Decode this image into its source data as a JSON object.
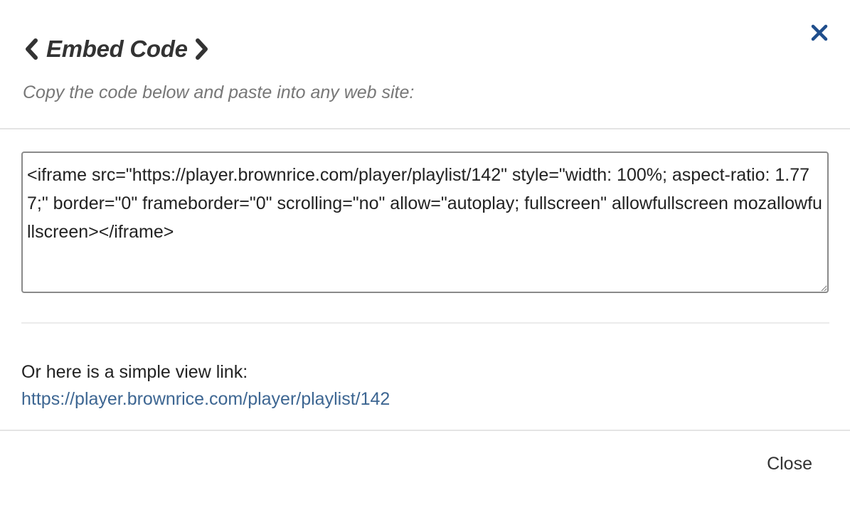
{
  "dialog": {
    "title": "Embed Code",
    "subtitle": "Copy the code below and paste into any web site:",
    "close_icon": "close-icon",
    "prev_icon": "chevron-left-icon",
    "next_icon": "chevron-right-icon"
  },
  "embed": {
    "code": "<iframe src=\"https://player.brownrice.com/player/playlist/142\" style=\"width: 100%; aspect-ratio: 1.777;\" border=\"0\" frameborder=\"0\" scrolling=\"no\" allow=\"autoplay; fullscreen\" allowfullscreen mozallowfullscreen></iframe>"
  },
  "view_link": {
    "label": "Or here is a simple view link:",
    "url": "https://player.brownrice.com/player/playlist/142"
  },
  "footer": {
    "close_label": "Close"
  },
  "colors": {
    "accent": "#1f4e8c",
    "link": "#3d6692",
    "title": "#333333",
    "subtitle": "#777777"
  }
}
